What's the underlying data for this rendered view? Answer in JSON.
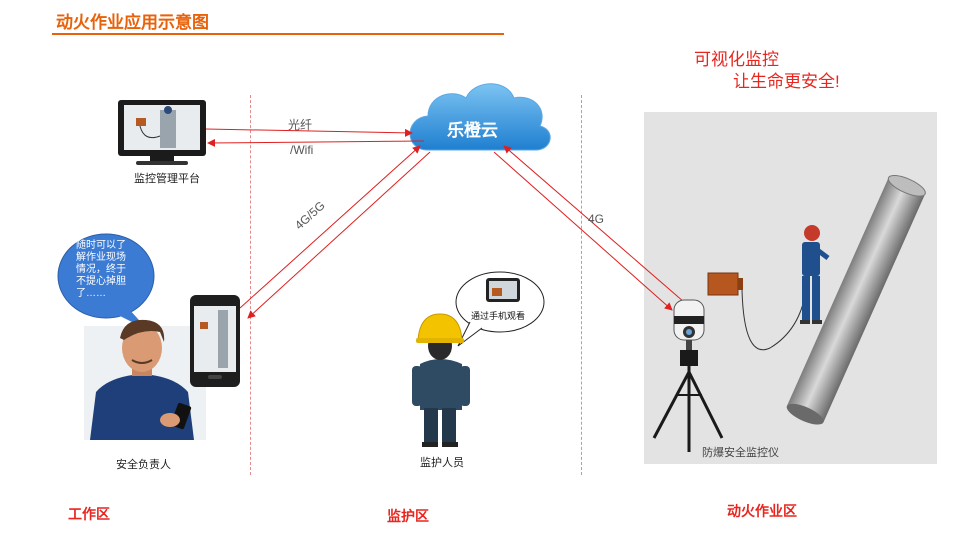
{
  "header": {
    "title": "动火作业应用示意图",
    "slogan_line1": "可视化监控",
    "slogan_line2": "让生命更安全!"
  },
  "nodes": {
    "monitor_platform": "监控管理平台",
    "cloud": "乐橙云",
    "safety_person": "安全负责人",
    "guardian": "监护人员",
    "device": "防爆安全监控仪"
  },
  "links": {
    "fiber_line1": "光纤",
    "fiber_line2": "/Wifi",
    "mobile": "4G/5G",
    "device_link": "4G"
  },
  "bubbles": {
    "safety_person_lines": [
      "随时可以了",
      "解作业现场",
      "情况，终于",
      "不提心掉胆",
      "了……"
    ],
    "guardian": "通过手机观看"
  },
  "zones": {
    "work": "工作区",
    "monitor": "监护区",
    "hotwork": "动火作业区"
  },
  "colors": {
    "accent_orange": "#e8620a",
    "slogan_red": "#e8261f",
    "link_red": "#e02020",
    "cloud_blue": "#2f8fd8"
  }
}
